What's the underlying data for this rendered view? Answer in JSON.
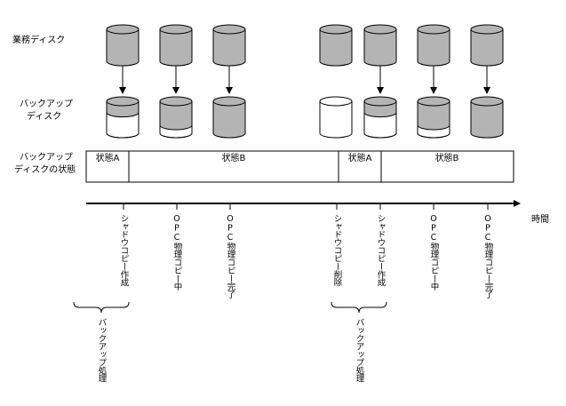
{
  "labels": {
    "business_disk": "業務ディスク",
    "backup_disk_line1": "バックアップ",
    "backup_disk_line2": "ディスク",
    "state_line1": "バックアップ",
    "state_line2": "ディスクの状態",
    "time": "時間"
  },
  "states": [
    "状態A",
    "状態B",
    "状態A",
    "状態B"
  ],
  "events": [
    "シャドウコピー作成",
    "OPC物理コピー中",
    "OPC物理コピー完了",
    "シャドウコピー削除",
    "シャドウコピー作成",
    "OPC物理コピー中",
    "OPC物理コピー完了"
  ],
  "backup_process": [
    "バックアップ処理",
    "バックアップ処理"
  ],
  "colors": {
    "disk_fill": "#b4b4b4",
    "line": "#000000",
    "empty": "#ffffff"
  }
}
